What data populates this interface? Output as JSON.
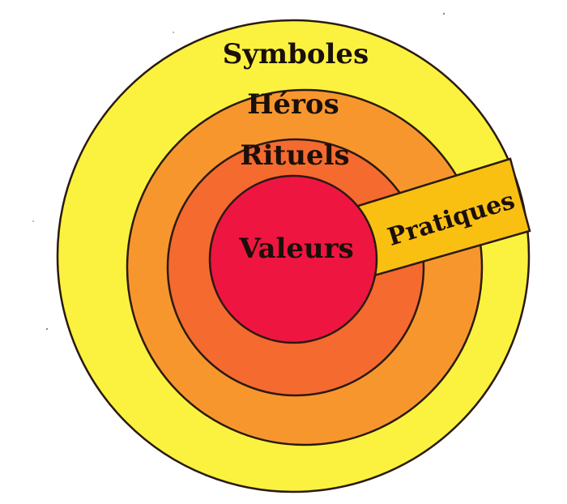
{
  "diagram": {
    "layers": [
      {
        "key": "symboles",
        "label": "Symboles",
        "color": "#FAF23E"
      },
      {
        "key": "heros",
        "label": "Héros",
        "color": "#F8962E"
      },
      {
        "key": "rituels",
        "label": "Rituels",
        "color": "#F56A2E"
      },
      {
        "key": "valeurs",
        "label": "Valeurs",
        "color": "#EF1541"
      }
    ],
    "practices": {
      "label": "Pratiques",
      "color": "#F9C012"
    },
    "outline_color": "#2A1A12"
  }
}
